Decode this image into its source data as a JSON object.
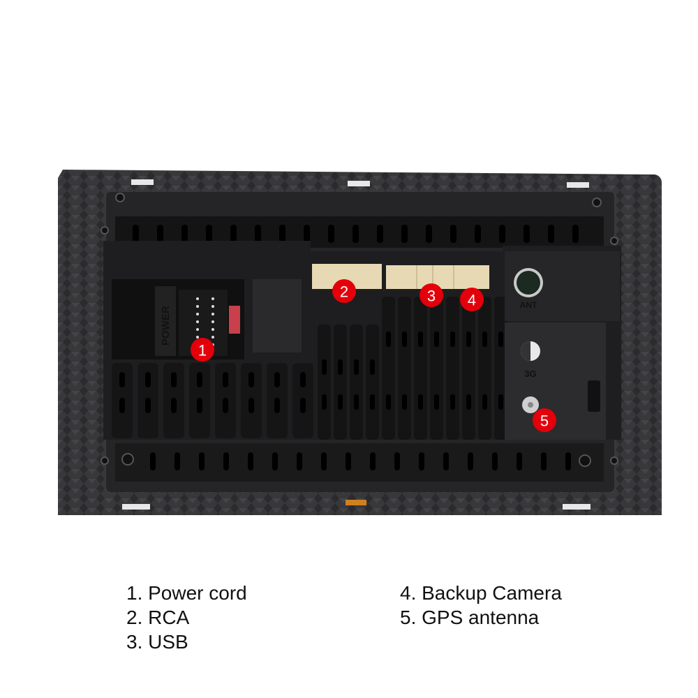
{
  "device": {
    "printed_labels": {
      "power": "POWER",
      "ant": "ANT",
      "g3": "3G"
    },
    "marker_color": "#e3000b",
    "markers": [
      {
        "number": "1",
        "port": "Power cord"
      },
      {
        "number": "2",
        "port": "RCA"
      },
      {
        "number": "3",
        "port": "USB"
      },
      {
        "number": "4",
        "port": "Backup Camera"
      },
      {
        "number": "5",
        "port": "GPS antenna"
      }
    ]
  },
  "legend": {
    "left": [
      "1. Power cord",
      "2. RCA",
      "3. USB"
    ],
    "right": [
      "4. Backup Camera",
      "5. GPS antenna"
    ]
  }
}
